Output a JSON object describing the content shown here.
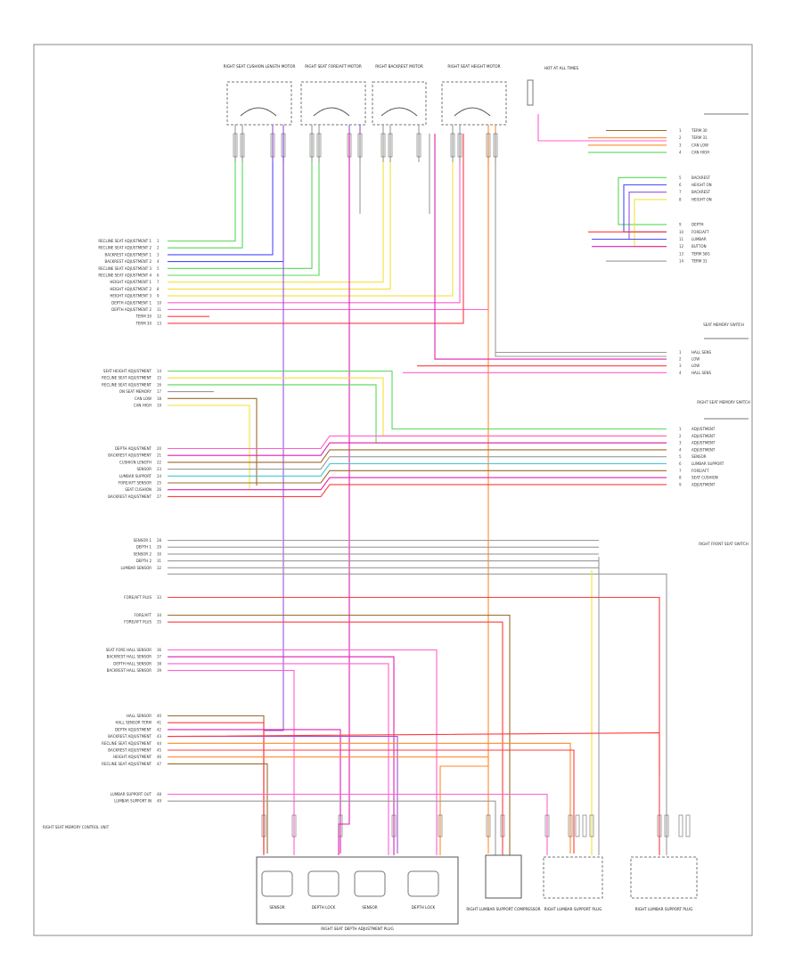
{
  "page_ref": "",
  "top_components": [
    {
      "name": "RIGHT SEAT CUSHION LENGTH MOTOR"
    },
    {
      "name": "RIGHT SEAT FORE/AFT MOTOR"
    },
    {
      "name": "RIGHT BACKREST MOTOR"
    },
    {
      "name": "RIGHT SEAT HEIGHT MOTOR"
    },
    {
      "name": "HOT AT ALL TIMES"
    }
  ],
  "module": {
    "name": "RIGHT SEAT MEMORY CONTROL UNIT",
    "pins_top": [
      "RECLINE SEAT ADJUSTMENT 1",
      "RECLINE SEAT ADJUSTMENT 2",
      "BACKREST ADJUSTMENT 1",
      "BACKREST ADJUSTMENT 2",
      "RECLINE SEAT ADJUSTMENT 3",
      "RECLINE SEAT ADJUSTMENT 4",
      "HEIGHT ADJUSTMENT 1",
      "HEIGHT ADJUSTMENT 2",
      "HEIGHT ADJUSTMENT 3",
      "DEPTH ADJUSTMENT 1",
      "DEPTH ADJUSTMENT 2",
      "TERM 30",
      "TERM 30"
    ],
    "pins_mid": [
      "SEAT HEIGHT ADJUSTMENT",
      "RECLINE SEAT ADJUSTMENT",
      "RECLINE SEAT ADJUSTMENT",
      "ON SEAT MEMORY",
      "CAN LOW",
      "CAN HIGH"
    ],
    "pins_mid2": [
      "DEPTH ADJUSTMENT",
      "BACKREST ADJUSTMENT",
      "CUSHION LENGTH",
      "SENSOR",
      "LUMBAR SUPPORT",
      "FORE/AFT SENSOR",
      "SEAT CUSHION",
      "BACKREST ADJUSTMENT"
    ],
    "pins_low": [
      "SENSOR 1",
      "DEPTH 1",
      "SENSOR 2",
      "DEPTH 2",
      "LUMBAR SENSOR"
    ],
    "pin_single": "FORE/AFT PLUS",
    "pins_pair": [
      "FORE/AFT",
      "FORE/AFT PLUS"
    ],
    "pins_hall": [
      "SEAT FORE HALL SENSOR",
      "BACKREST HALL SENSOR",
      "DEPTH HALL SENSOR",
      "BACKREST HALL SENSOR"
    ],
    "pins_bottom": [
      "HALL SENSOR",
      "HALL SENSOR TERM",
      "DEPTH ADJUSTMENT",
      "BACKREST ADJUSTMENT",
      "RECLINE SEAT ADJUSTMENT",
      "BACKREST ADJUSTMENT",
      "HEIGHT ADJUSTMENT",
      "RECLINE SEAT ADJUSTMENT"
    ],
    "pins_lumbar": [
      "LUMBAR SUPPORT OUT",
      "LUMBAR SUPPORT IN"
    ]
  },
  "right_groups": [
    {
      "title": "SEAT MEMORY SWITCH",
      "pins": [
        "TERM 30",
        "TERM 31",
        "CAN LOW",
        "CAN HIGH",
        "BACKREST",
        "HEIGHT ON",
        "BACKREST",
        "HEIGHT ON",
        "DEPTH",
        "FORE/AFT",
        "LUMBAR",
        "BUTTON",
        "TERM 58G",
        "TERM 31"
      ]
    },
    {
      "title": "RIGHT SEAT MEMORY SWITCH",
      "pins": [
        "HALL SENS",
        "LOW",
        "LOW",
        "HALL SENS"
      ]
    },
    {
      "title": "RIGHT FRONT SEAT SWITCH",
      "pins": [
        "ADJUSTMENT",
        "ADJUSTMENT",
        "ADJUSTMENT",
        "ADJUSTMENT",
        "SENSOR",
        "LUMBAR SUPPORT",
        "FORE/AFT",
        "SEAT CUSHION",
        "ADJUSTMENT"
      ]
    }
  ],
  "bottom_components": [
    {
      "name": "SENSOR"
    },
    {
      "name": "DEPTH LOCK"
    },
    {
      "name": "SENSOR"
    },
    {
      "name": "DEPTH LOCK"
    },
    {
      "name": "RIGHT SEAT DEPTH ADJUSTMENT PLUG"
    },
    {
      "name": "RIGHT LUMBAR SUPPORT COMPRESSOR"
    },
    {
      "name": "RIGHT LUMBAR SUPPORT PLUG"
    },
    {
      "name": "RIGHT LUMBAR SUPPORT PLUG"
    }
  ],
  "colors": {
    "border": "#888888",
    "wire_red": "#ff3b3b",
    "wire_pink": "#ff5fd0",
    "wire_magenta": "#e01fb0",
    "wire_blue": "#4a4aff",
    "wire_green": "#58d858",
    "wire_yellow": "#f2e23a",
    "wire_orange": "#ff8a2a",
    "wire_brown": "#9b6b2a",
    "wire_cyan": "#3ec8d8",
    "wire_gray": "#9a9a9a",
    "wire_violet": "#9a52d6"
  }
}
